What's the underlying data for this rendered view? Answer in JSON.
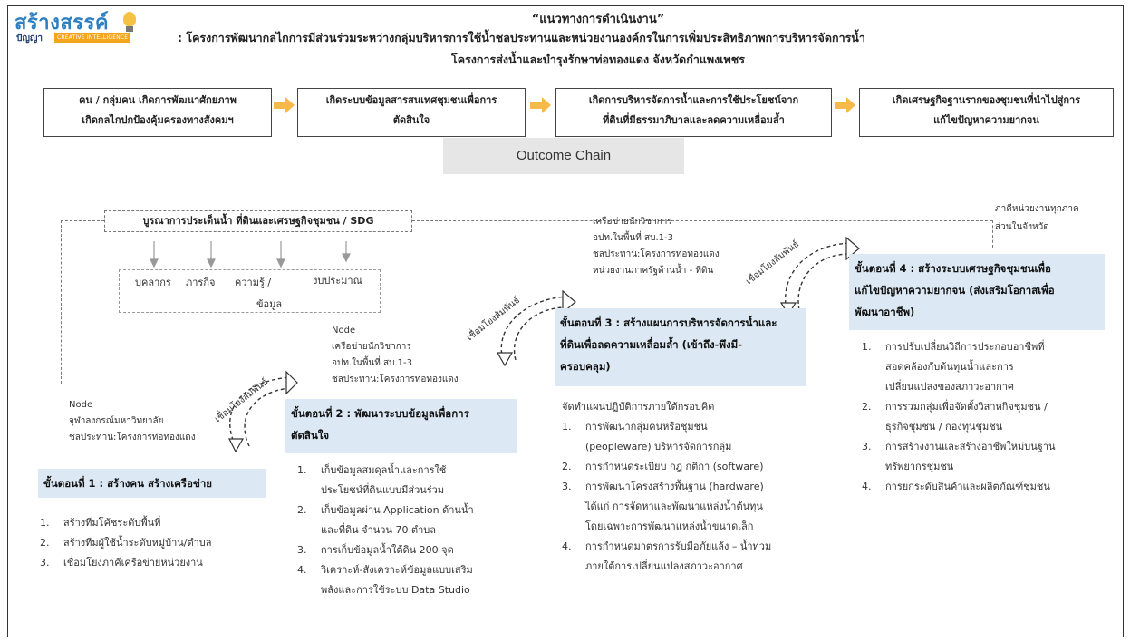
{
  "logo": {
    "name": "สร้างสรรค์",
    "sub": "ปัญญา",
    "tag": "CREATIVE INTELLIGENCE"
  },
  "header": {
    "title": "“แนวทางการดำเนินงาน”",
    "subtitle": ": โครงการพัฒนากลไกการมีส่วนร่วมระหว่างกลุ่มบริหารการใช้น้ำชลประทานและหน่วยงานองค์กรในการเพิ่มประสิทธิภาพการบริหารจัดการน้ำ",
    "project": "โครงการส่งน้ำและบำรุงรักษาท่อทองแดง จังหวัดกำแพงเพชร"
  },
  "outcomes": [
    {
      "lines": [
        "คน / กลุ่มคน เกิดการพัฒนาศักยภาพ",
        "เกิดกลไกปกป้องคุ้มครองทางสังคมฯ"
      ]
    },
    {
      "lines": [
        "เกิดระบบข้อมูลสารสนเทศชุมชนเพื่อการ",
        "ตัดสินใจ"
      ]
    },
    {
      "lines": [
        "เกิดการบริหารจัดการน้ำและการใช้ประโยชน์จาก",
        "ที่ดินที่มีธรรมาภิบาลและลดความเหลื่อมล้ำ"
      ]
    },
    {
      "lines": [
        "เกิดเศรษฐกิจฐานรากของชุมชนที่นำไปสู่การ",
        "แก้ไขปัญหาความยากจน"
      ]
    }
  ],
  "outcome_label": "Outcome Chain",
  "integration": {
    "title": "บูรณาการประเด็นน้ำ ที่ดินและเศรษฐกิจชุมชน / SDG",
    "resources": [
      "บุคลากร",
      "ภารกิจ",
      "ความรู้ /",
      "ข้อมูล",
      "งบประมาณ"
    ]
  },
  "partners_top": [
    "เครือข่ายนักวิชาการ",
    "อปท.ในพื้นที่ สบ.1-3",
    "ชลประทาน:โครงการท่อทองแดง",
    "หน่วยงานภาครัฐด้านน้ำ - ที่ดิน"
  ],
  "all_sectors": [
    "ภาคีหน่วยงานทุกภาค",
    "ส่วนในจังหวัด"
  ],
  "link_label": "เชื่อมโยงสัมพันธ์",
  "node1": [
    "Node",
    "จุฬาลงกรณ์มหาวิทยาลัย",
    "ชลประทาน:โครงการท่อทองแดง"
  ],
  "node2": [
    "Node",
    "เครือข่ายนักวิชาการ",
    "อปท.ในพื้นที่ สบ.1-3",
    "ชลประทาน:โครงการท่อทองแดง"
  ],
  "steps": [
    {
      "title": [
        "ขั้นตอนที่ 1 : สร้างคน สร้างเครือข่าย"
      ],
      "items": [
        {
          "n": "1.",
          "lines": [
            "สร้างทีมโค้ชระดับพื้นที่"
          ]
        },
        {
          "n": "2.",
          "lines": [
            "สร้างทีมผู้ใช้น้ำระดับหมู่บ้าน/ตำบล"
          ]
        },
        {
          "n": "3.",
          "lines": [
            "เชื่อมโยงภาคีเครือข่ายหน่วยงาน"
          ]
        }
      ]
    },
    {
      "title": [
        "ขั้นตอนที่ 2 : พัฒนาระบบข้อมูลเพื่อการ",
        "ตัดสินใจ"
      ],
      "items": [
        {
          "n": "1.",
          "lines": [
            "เก็บข้อมูลสมดุลน้ำและการใช้",
            "ประโยชน์ที่ดินแบบมีส่วนร่วม"
          ]
        },
        {
          "n": "2.",
          "lines": [
            "เก็บข้อมูลผ่าน Application ด้านน้ำ",
            "และที่ดิน จำนวน 70 ตำบล"
          ]
        },
        {
          "n": "3.",
          "lines": [
            "การเก็บข้อมูลน้ำใต้ดิน 200 จุด"
          ]
        },
        {
          "n": "4.",
          "lines": [
            "วิเคราะห์-สังเคราะห์ข้อมูลแบบเสริม",
            "พลังและการใช้ระบบ Data Studio"
          ]
        }
      ]
    },
    {
      "title": [
        "ขั้นตอนที่ 3 : สร้างแผนการบริหารจัดการน้ำและ",
        "ที่ดินเพื่อลดความเหลื่อมล้ำ (เข้าถึง-พึงมี-",
        "ครอบคลุม)"
      ],
      "intro": "จัดทำแผนปฏิบัติการภายใต้กรอบคิด",
      "items": [
        {
          "n": "1.",
          "lines": [
            "การพัฒนากลุ่มคนหรือชุมชน",
            "(peopleware) บริหารจัดการกลุ่ม"
          ]
        },
        {
          "n": "2.",
          "lines": [
            "การกำหนดระเบียบ กฎ กติกา (software)"
          ]
        },
        {
          "n": "3.",
          "lines": [
            "การพัฒนาโครงสร้างพื้นฐาน (hardware)",
            "ได้แก่ การจัดหาและพัฒนาแหล่งน้ำต้นทุน",
            "โดยเฉพาะการพัฒนาแหล่งน้ำขนาดเล็ก"
          ]
        },
        {
          "n": "4.",
          "lines": [
            "การกำหนดมาตรการรับมือภัยแล้ง – น้ำท่วม",
            "ภายใต้การเปลี่ยนแปลงสภาวะอากาศ"
          ]
        }
      ]
    },
    {
      "title": [
        "ขั้นตอนที่ 4 : สร้างระบบเศรษฐกิจชุมชนเพื่อ",
        "แก้ไขปัญหาความยากจน (ส่งเสริมโอกาสเพื่อ",
        "พัฒนาอาชีพ)"
      ],
      "items": [
        {
          "n": "1.",
          "lines": [
            "การปรับเปลี่ยนวิถีการประกอบอาชีพที่",
            "สอดคล้องกับต้นทุนน้ำและการ",
            "เปลี่ยนแปลงของสภาวะอากาศ"
          ]
        },
        {
          "n": "2.",
          "lines": [
            "การรวมกลุ่มเพื่อจัดตั้งวิสาหกิจชุมชน /",
            "ธุรกิจชุมชน / กองทุนชุมชน"
          ]
        },
        {
          "n": "3.",
          "lines": [
            "การสร้างงานและสร้างอาชีพใหม่บนฐาน",
            "ทรัพยากรชุมชน"
          ]
        },
        {
          "n": "4.",
          "lines": [
            "การยกระดับสินค้าและผลิตภัณฑ์ชุมชน"
          ]
        }
      ]
    }
  ],
  "colors": {
    "step_fill": "#dce8f4",
    "arrow_orange": "#f6b94a",
    "outcome_label_fill": "#e6e6e6",
    "logo_blue": "#2e7fc1"
  }
}
